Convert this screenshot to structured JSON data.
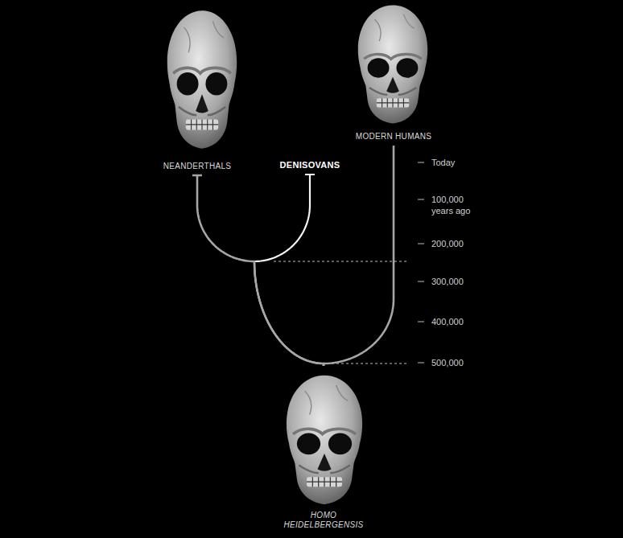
{
  "diagram": {
    "nodes": [
      {
        "text": [
          "NEANDERTHALS"
        ]
      },
      {
        "text": [
          "DENISOVANS"
        ]
      },
      {
        "text": [
          "MODERN HUMANS"
        ]
      },
      {
        "text": [
          "HOMO HEIDELBERGENSIS"
        ]
      }
    ],
    "edges": [
      {
        "from": 3,
        "to": 0,
        "arrow": "none"
      },
      {
        "from": 3,
        "to": 1,
        "arrow": "none"
      },
      {
        "from": 3,
        "to": 2,
        "arrow": "none"
      }
    ],
    "labels": [
      "Today",
      "100,000 years ago",
      "200,000",
      "300,000",
      "400,000",
      "500,000"
    ]
  }
}
